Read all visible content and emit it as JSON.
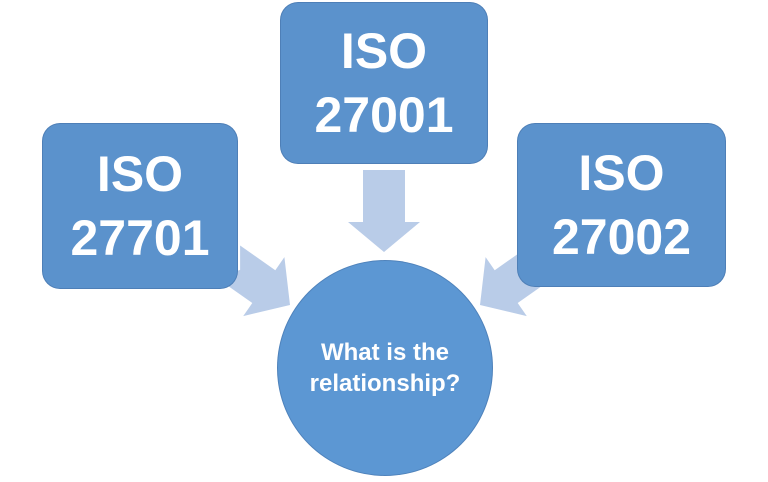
{
  "diagram": {
    "colors": {
      "box_fill": "#5B92CC",
      "circle_fill": "#5C97D3",
      "arrow_fill": "#B9CCE8",
      "text": "#FFFFFF",
      "background": "#FFFFFF"
    },
    "nodes": {
      "left": {
        "line1": "ISO",
        "line2": "27701"
      },
      "top": {
        "line1": "ISO",
        "line2": "27001"
      },
      "right": {
        "line1": "ISO",
        "line2": "27002"
      },
      "center": {
        "line1": "What is the",
        "line2": "relationship?"
      }
    },
    "arrows": [
      {
        "icon": "arrow-down-icon",
        "from": "ISO 27001",
        "to": "What is the relationship?"
      },
      {
        "icon": "arrow-down-right-icon",
        "from": "ISO 27701",
        "to": "What is the relationship?"
      },
      {
        "icon": "arrow-down-left-icon",
        "from": "ISO 27002",
        "to": "What is the relationship?"
      }
    ]
  }
}
